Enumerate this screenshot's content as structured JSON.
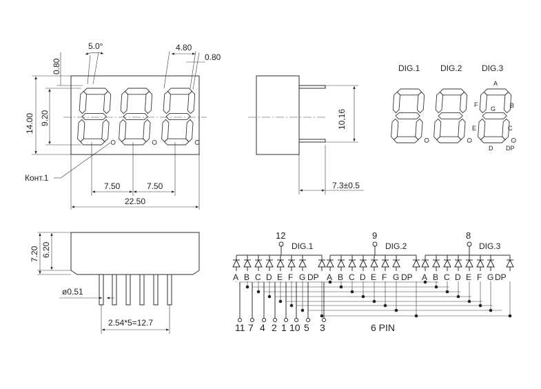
{
  "front_view": {
    "dims": {
      "angle": "5.0°",
      "seg_width": "4.80",
      "seg_gap": "0.80",
      "top_offset": "0.80",
      "height": "14.00",
      "digit_height": "9.20",
      "pitch_a": "7.50",
      "pitch_b": "7.50",
      "width": "22.50"
    },
    "callout": "Конт.1"
  },
  "side_view": {
    "dims": {
      "pin_span": "10,16",
      "depth": "7.3±0.5"
    }
  },
  "bottom_view": {
    "dims": {
      "total_height": "7.20",
      "body_height": "6.20",
      "pin_diameter": "ø0.51",
      "pin_span": "2.54*5=12.7"
    }
  },
  "segment_map": {
    "digits": [
      "DIG.1",
      "DIG.2",
      "DIG.3"
    ],
    "segments": {
      "a": "A",
      "b": "B",
      "c": "C",
      "d": "D",
      "e": "E",
      "f": "F",
      "g": "G",
      "dp": "DP"
    }
  },
  "circuit": {
    "commons": [
      {
        "digit": "DIG.1",
        "pin": "12"
      },
      {
        "digit": "DIG.2",
        "pin": "9"
      },
      {
        "digit": "DIG.3",
        "pin": "8"
      }
    ],
    "segment_labels": [
      "A",
      "B",
      "C",
      "D",
      "E",
      "F",
      "G",
      "DP"
    ],
    "bottom_pins": [
      "11",
      "7",
      "4",
      "2",
      "1",
      "10",
      "5",
      "3"
    ],
    "pin_note": "6 PIN"
  }
}
